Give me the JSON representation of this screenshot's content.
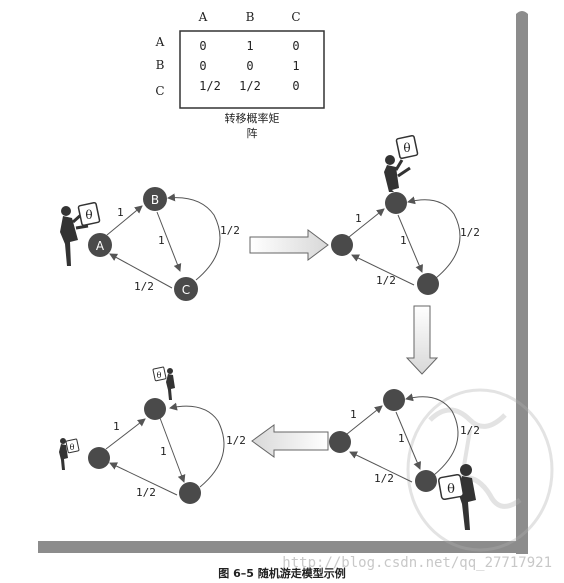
{
  "matrix": {
    "col_headers": [
      "A",
      "B",
      "C"
    ],
    "row_headers": [
      "A",
      "B",
      "C"
    ],
    "cells": [
      [
        "0",
        "1",
        "0"
      ],
      [
        "0",
        "0",
        "1"
      ],
      [
        "1/2",
        "1/2",
        "0"
      ]
    ],
    "caption_line1": "转移概率矩",
    "caption_line2": "阵"
  },
  "graph": {
    "node_labels": [
      "A",
      "B",
      "C"
    ],
    "edge_labels": [
      "1",
      "1",
      "1/2",
      "1/2"
    ],
    "walker_sign": "θ"
  },
  "figure_caption": "图 6–5    随机游走模型示例",
  "watermark": "http://blog.csdn.net/qq_27717921",
  "colors": {
    "node_fill": "#4a4a4a",
    "edge": "#555555",
    "page_shadow": "#8c8c8c",
    "arrow_fill": "#efefef"
  }
}
